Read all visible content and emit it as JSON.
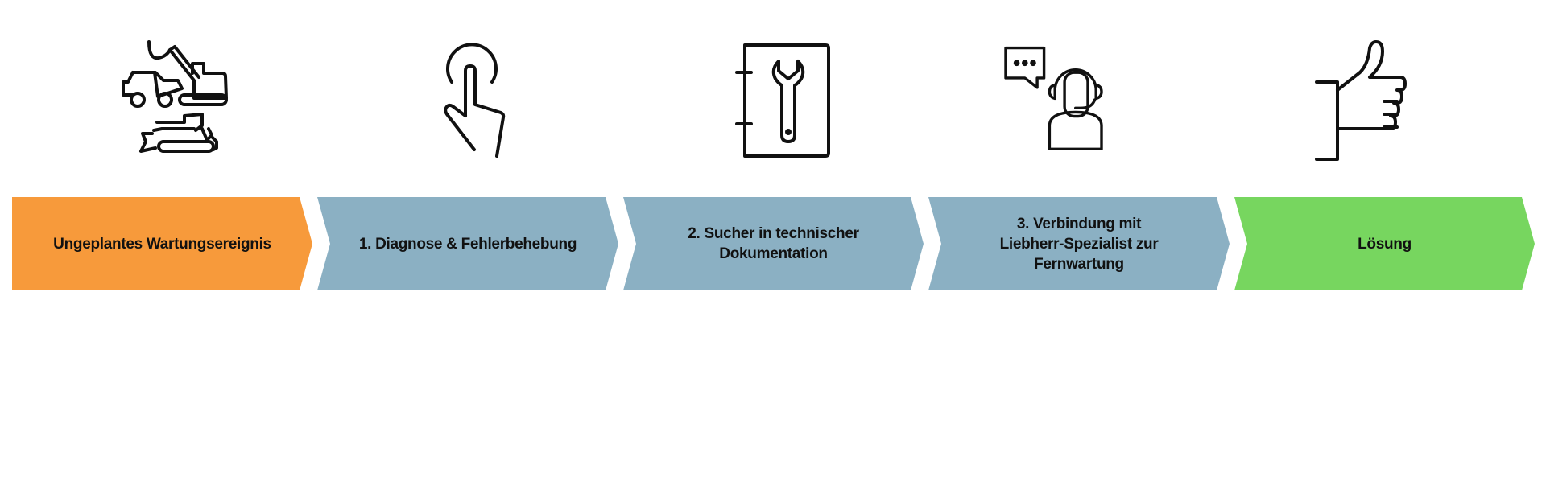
{
  "steps": [
    {
      "label": "Ungeplantes Wartungsereignis",
      "color": "#F79A3B",
      "icon": "mining-machines-icon"
    },
    {
      "label": "1. Diagnose & Fehlerbehebung",
      "color": "#8BB0C3",
      "icon": "touch-finger-icon"
    },
    {
      "label": "2. Sucher in technischer Dokumentation",
      "color": "#8BB0C3",
      "icon": "manual-wrench-icon"
    },
    {
      "label": "3. Verbindung mit Liebherr-Spezialist zur Fernwartung",
      "color": "#8BB0C3",
      "icon": "support-headset-icon"
    },
    {
      "label": "Lösung",
      "color": "#77D65F",
      "icon": "thumbs-up-icon"
    }
  ]
}
